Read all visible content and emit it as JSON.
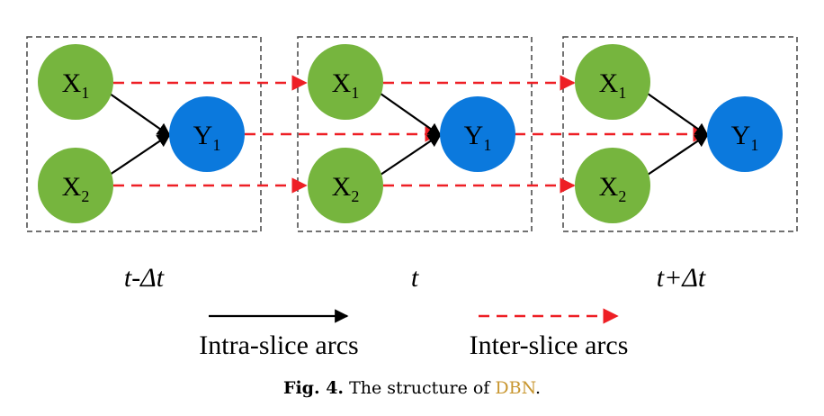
{
  "colors": {
    "x_node": "#76b53e",
    "y_node": "#0b79dd",
    "intra_arc": "#000000",
    "inter_arc": "#ee1f25",
    "slice_border": "#444444",
    "link": "#c8962f"
  },
  "slices": [
    {
      "label": "t-Δt",
      "nodes": {
        "x1": "X",
        "x1_sub": "1",
        "x2": "X",
        "x2_sub": "2",
        "y1": "Y",
        "y1_sub": "1"
      }
    },
    {
      "label": "t",
      "nodes": {
        "x1": "X",
        "x1_sub": "1",
        "x2": "X",
        "x2_sub": "2",
        "y1": "Y",
        "y1_sub": "1"
      }
    },
    {
      "label": "t+Δt",
      "nodes": {
        "x1": "X",
        "x1_sub": "1",
        "x2": "X",
        "x2_sub": "2",
        "y1": "Y",
        "y1_sub": "1"
      }
    }
  ],
  "legend": {
    "intra": "Intra-slice arcs",
    "inter": "Inter-slice arcs"
  },
  "caption": {
    "fig": "Fig. 4.",
    "text": "The structure of ",
    "link": "DBN",
    "end": "."
  }
}
